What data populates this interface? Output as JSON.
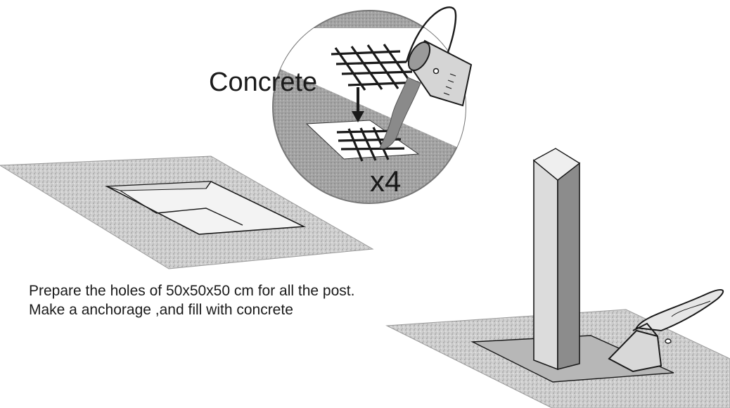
{
  "labels": {
    "concrete": "Concrete",
    "multiplier": "x4"
  },
  "instructions": {
    "line1": "Prepare the holes  of  50x50x50 cm for all the post.",
    "line2": "Make a anchorage ,and fill with  concrete"
  },
  "colors": {
    "ground": "#c9c9c9",
    "hole_inner": "#ededed",
    "post_light": "#d6d6d6",
    "post_dark": "#8c8c8c",
    "circle_fill": "#a9a9a9",
    "outline": "#1a1a1a"
  },
  "icons": [
    "mesh-grid-icon",
    "bucket-icon",
    "trowel-icon",
    "arrow-down-icon"
  ]
}
